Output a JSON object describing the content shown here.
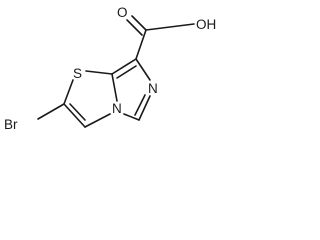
{
  "molecule": {
    "atoms": {
      "br": "Br",
      "s": "S",
      "n_ring": "N",
      "n_imine": "N",
      "o_carbonyl": "O",
      "oh": "OH"
    }
  }
}
